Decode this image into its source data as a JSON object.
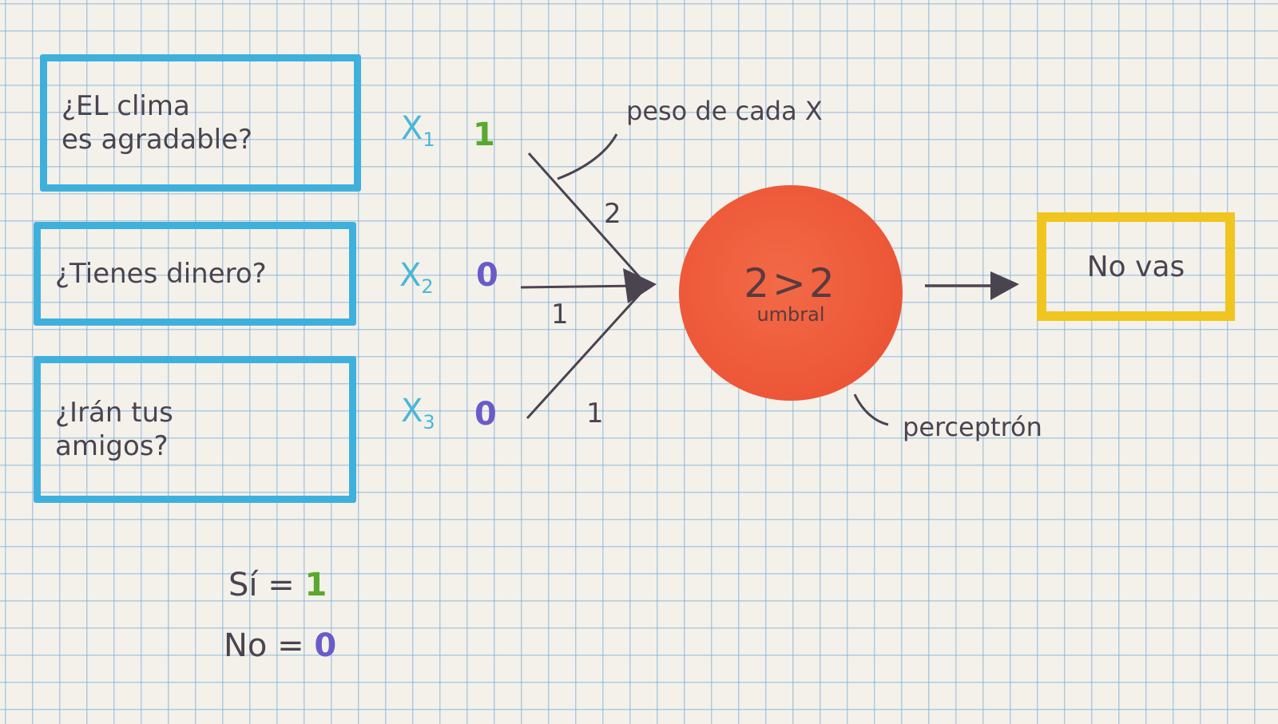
{
  "questions": [
    {
      "text": "¿EL clima\nes agradable?"
    },
    {
      "text": "¿Tienes dinero?"
    },
    {
      "text": "¿Irán tus\namigos?"
    }
  ],
  "inputs": [
    {
      "label": "X",
      "sub": "1",
      "value": "1"
    },
    {
      "label": "X",
      "sub": "2",
      "value": "0"
    },
    {
      "label": "X",
      "sub": "3",
      "value": "0"
    }
  ],
  "weights": [
    "2",
    "1",
    "1"
  ],
  "weight_annotation": "peso de cada X",
  "neuron": {
    "inequality": "2>2",
    "threshold_label": "umbral",
    "name_label": "perceptrón"
  },
  "output": {
    "label": "No vas"
  },
  "legend": {
    "yes_label": "Sí =",
    "yes_value": "1",
    "no_label": "No =",
    "no_value": "0"
  },
  "colors": {
    "box_border": "#3fb0dc",
    "neuron_fill": "#ec5637",
    "output_border": "#f0c520",
    "one_value": "#5aa82e",
    "zero_value": "#6a5bc8",
    "x_label": "#4ab7d8"
  }
}
